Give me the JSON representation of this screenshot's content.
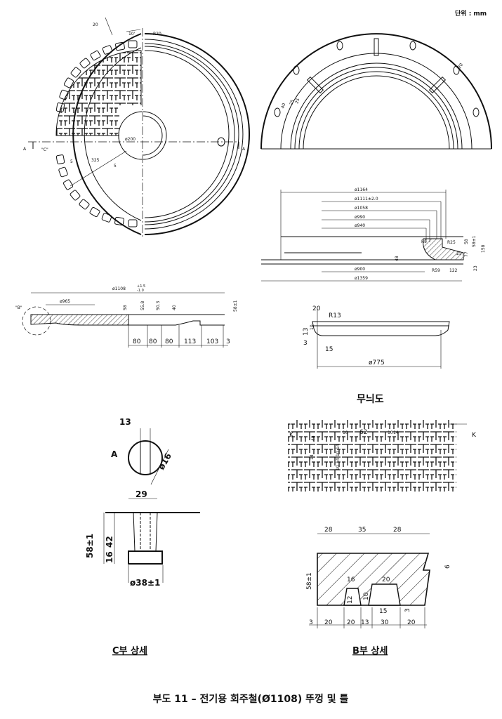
{
  "unit_label": "단위 : mm",
  "plan_view": {
    "dims": [
      "20",
      "10'",
      "R20",
      "ø200",
      "325",
      "5",
      "5",
      "\"C\"",
      "A",
      "A"
    ]
  },
  "top_right_view": {
    "dims": [
      "20",
      "40",
      "25",
      "25"
    ]
  },
  "frame_section": {
    "dims": [
      "ø1164",
      "ø1111±2.0",
      "ø1058",
      "ø990",
      "ø940",
      "ø900",
      "ø1359",
      "R5",
      "R25",
      "R59",
      "122",
      "58",
      "58±1",
      "77",
      "158",
      "23",
      "48",
      "25"
    ]
  },
  "cover_section": {
    "dims": [
      "ø1108",
      "+1.5",
      "-1.0",
      "ø965",
      "58",
      "55.8",
      "50.3",
      "40",
      "58±1",
      "80",
      "80",
      "80",
      "113",
      "103",
      "3",
      "\"B\""
    ]
  },
  "rim_section": {
    "dims": [
      "20",
      "R13",
      "13",
      "10",
      "3",
      "15",
      "ø775"
    ]
  },
  "pattern": {
    "title": "무늬도",
    "dims": [
      "K",
      "K",
      "48",
      "10",
      "62",
      "10",
      "14",
      "14",
      "10",
      "14",
      "10",
      "14"
    ]
  },
  "detail_c": {
    "dims": [
      "13",
      "A",
      "ø16",
      "29",
      "58±1",
      "42",
      "16",
      "ø38±1"
    ],
    "caption": "C부 상세"
  },
  "detail_b": {
    "dims": [
      "28",
      "35",
      "28",
      "58±1",
      "6",
      "16",
      "20",
      "12",
      "10",
      "15",
      "3",
      "3",
      "20",
      "20",
      "13",
      "30",
      "20"
    ],
    "caption": "B부 상세"
  },
  "figure_caption": "부도 11 – 전기용 회주철(Ø1108) 뚜껑 및 틀"
}
